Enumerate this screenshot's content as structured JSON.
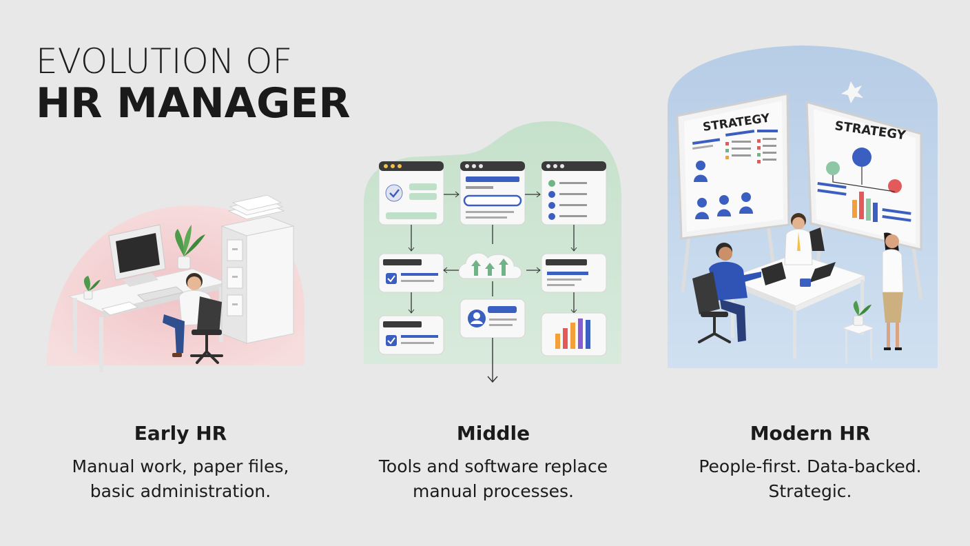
{
  "title": {
    "line1": "EVOLUTION OF",
    "line2": "HR MANAGER"
  },
  "stages": [
    {
      "heading": "Early HR",
      "text_lines": [
        "Manual work, paper files,",
        "basic administration."
      ],
      "accent": "#f2c9cc"
    },
    {
      "heading": "Middle",
      "text_lines": [
        "Tools and software replace",
        "manual processes."
      ],
      "accent": "#cfe3d3"
    },
    {
      "heading": "Modern HR",
      "text_lines": [
        "People-first. Data-backed.",
        "Strategic."
      ],
      "accent": "#c7d9ee"
    }
  ],
  "boards": {
    "left": "STRATEGY",
    "right": "STRATEGY"
  },
  "colors": {
    "background": "#e8e8e8",
    "blue": "#3b5fc0",
    "green": "#6fb386",
    "orange": "#f4a03a",
    "red": "#e35a5a"
  }
}
